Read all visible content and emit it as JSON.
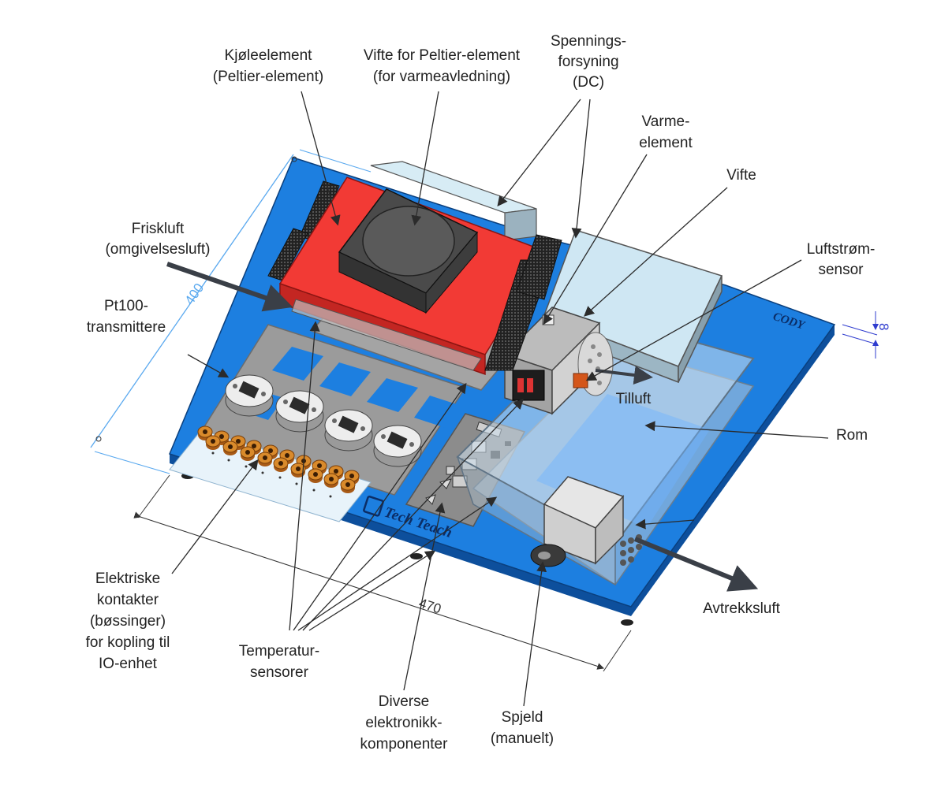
{
  "labels": {
    "kjoleelement_1": "Kjøleelement",
    "kjoleelement_2": "(Peltier-element)",
    "vifte_peltier_1": "Vifte for Peltier-element",
    "vifte_peltier_2": "(for varmeavledning)",
    "spenning_1": "Spennings-",
    "spenning_2": "forsyning",
    "spenning_3": "(DC)",
    "varme_1": "Varme-",
    "varme_2": "element",
    "vifte": "Vifte",
    "luftstrom_1": "Luftstrøm-",
    "luftstrom_2": "sensor",
    "friskluft_1": "Friskluft",
    "friskluft_2": "(omgivelsesluft)",
    "pt100_1": "Pt100-",
    "pt100_2": "transmittere",
    "tilluft": "Tilluft",
    "rom": "Rom",
    "avtrekk": "Avtrekksluft",
    "elektriske_1": "Elektriske",
    "elektriske_2": "kontakter",
    "elektriske_3": "(bøssinger)",
    "elektriske_4": "for kopling til",
    "elektriske_5": "IO-enhet",
    "temp_1": "Temperatur-",
    "temp_2": "sensorer",
    "diverse_1": "Diverse",
    "diverse_2": "elektronikk-",
    "diverse_3": "komponenter",
    "spjeld_1": "Spjeld",
    "spjeld_2": "(manuelt)"
  },
  "dimensions": {
    "depth": "400",
    "width": "470",
    "thickness": "8"
  },
  "board_text": {
    "brand": "Tech Teach",
    "corner_logo": "CODY"
  },
  "colors": {
    "board": "#1d7fe0",
    "board_edge": "#0d4f9c",
    "peltier": "#f23a35",
    "dimension_line": "#5aa9ef",
    "arrow": "#3a3f47",
    "sensor_marker": "#d4561a"
  }
}
